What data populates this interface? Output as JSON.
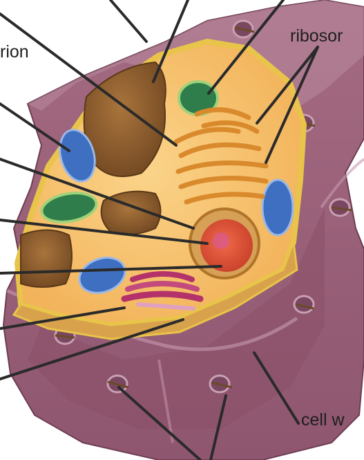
{
  "labels": {
    "mitochondrion": "rion",
    "ribosomes": "ribosor",
    "cell_wall": "cell w"
  },
  "colors": {
    "wall_outer": "#a0667c",
    "wall_shade": "#8a5068",
    "wall_light": "#b98a9e",
    "membrane": "#e8c44a",
    "cytoplasm": "#f6c06a",
    "vacuole": "#8b5e2e",
    "chloroplast": "#2e7d4a",
    "mito": "#3f6fc0",
    "er": "#d98a2c",
    "nucleus": "#e0563a",
    "golgi": "#b4326a",
    "leader": "#2a2a2a"
  }
}
